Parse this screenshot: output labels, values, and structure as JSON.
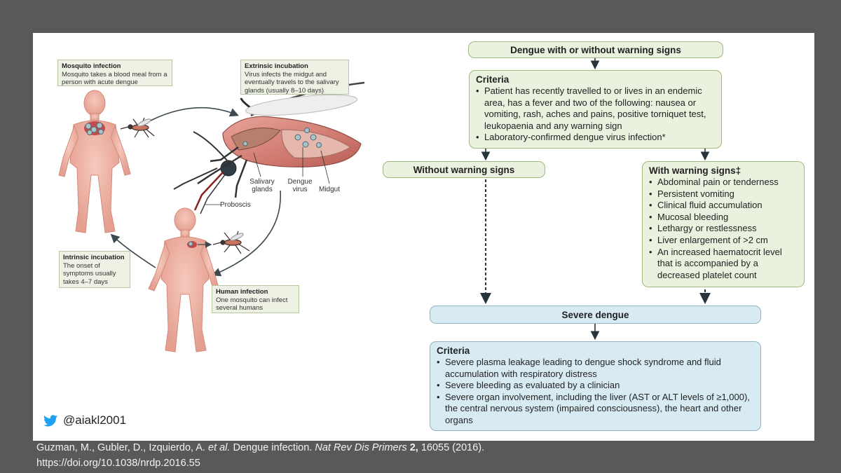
{
  "cycle": {
    "mosquito_infection": {
      "title": "Mosquito infection",
      "text": "Mosquito takes a blood meal from a person with acute dengue"
    },
    "extrinsic_incubation": {
      "title": "Extrinsic incubation",
      "text": "Virus infects the midgut and eventually travels to the salivary glands (usually 8–10 days)"
    },
    "intrinsic_incubation": {
      "title": "Intrinsic incubation",
      "text": "The onset of symptoms usually takes 4–7 days"
    },
    "human_infection": {
      "title": "Human infection",
      "text": "One mosquito can infect several humans"
    },
    "labels": {
      "salivary_glands": "Salivary glands",
      "dengue_virus": "Dengue virus",
      "midgut": "Midgut",
      "proboscis": "Proboscis"
    }
  },
  "flow": {
    "top_title": "Dengue with or without warning signs",
    "criteria": {
      "title": "Criteria",
      "items": [
        "Patient has recently travelled to or lives in an endemic area, has a fever and two of the following: nausea or vomiting, rash, aches and pains, positive torniquet test, leukopaenia and any warning sign",
        "Laboratory-confirmed dengue virus infection*"
      ]
    },
    "without_warning": "Without warning signs",
    "with_warning": {
      "title": "With warning signs‡",
      "items": [
        "Abdominal pain or tenderness",
        "Persistent vomiting",
        "Clinical fluid accumulation",
        "Mucosal bleeding",
        "Lethargy or restlessness",
        "Liver enlargement of >2 cm",
        "An increased haematocrit level that is accompanied by a decreased platelet count"
      ]
    },
    "severe_title": "Severe dengue",
    "severe_criteria": {
      "title": "Criteria",
      "items": [
        "Severe plasma leakage leading to dengue shock syndrome and fluid accumulation with respiratory distress",
        "Severe bleeding as evaluated by a clinician",
        "Severe organ involvement, including the liver (AST or ALT levels of ≥1,000), the central nervous system (impaired consciousness), the heart and other organs"
      ]
    }
  },
  "twitter_handle": "@aiakl2001",
  "citation": {
    "authors": "Guzman, M., Gubler, D., Izquierdo, A. ",
    "etal": "et al.",
    "title": " Dengue infection. ",
    "journal": "Nat Rev Dis Primers",
    "volume": " 2,",
    "rest": " 16055 (2016).",
    "doi": "https://doi.org/10.1038/nrdp.2016.55"
  }
}
